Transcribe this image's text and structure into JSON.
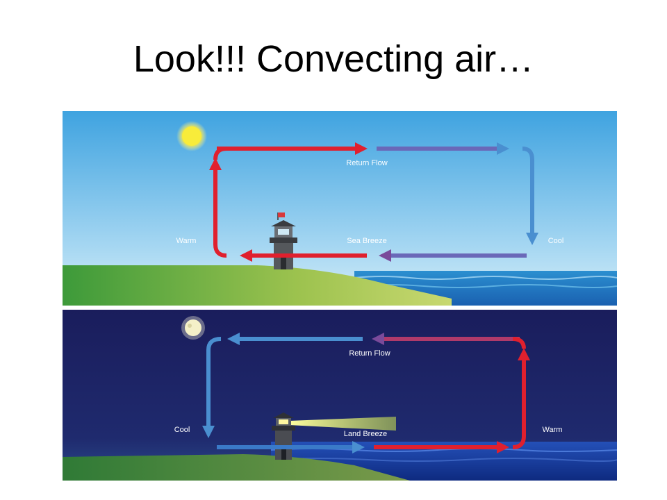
{
  "slide": {
    "title": "Look!!!  Convecting air…"
  },
  "day_panel": {
    "return_flow_label": "Return Flow",
    "breeze_label": "Sea Breeze",
    "warm_label": "Warm",
    "cool_label": "Cool",
    "sky_color": "#4aa8e0",
    "land_color": "#7bb84a",
    "sea_color": "#2f86c6"
  },
  "night_panel": {
    "return_flow_label": "Return Flow",
    "breeze_label": "Land Breeze",
    "warm_label": "Warm",
    "cool_label": "Cool",
    "sky_color": "#1d2160",
    "land_color": "#4f8a3c",
    "sea_color": "#1f3fa0"
  },
  "colors": {
    "warm_arrow": "#e0202e",
    "cool_arrow": "#4a8fd0",
    "label_text": "#ffffff"
  }
}
